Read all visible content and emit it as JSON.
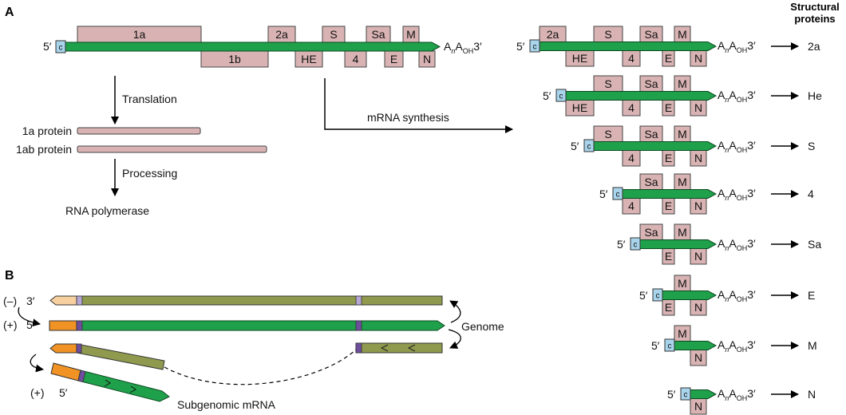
{
  "panel_a": {
    "label": "A",
    "five_prime": "5′",
    "cap": "c",
    "tail": {
      "a": "A",
      "n": "n",
      "a2": "A",
      "oh": "OH",
      "three": "3′"
    },
    "genome_top_boxes": [
      "1a",
      "2a",
      "S",
      "Sa",
      "M"
    ],
    "genome_bottom_boxes": [
      "1b",
      "HE",
      "4",
      "E",
      "N"
    ],
    "translation": "Translation",
    "protein_1a": "1a protein",
    "protein_1ab": "1ab protein",
    "processing": "Processing",
    "rna_polymerase": "RNA polymerase",
    "mrna_synthesis": "mRNA synthesis",
    "structural_header": [
      "Structural",
      "proteins"
    ],
    "mrnas": [
      {
        "top": [
          "2a",
          "S",
          "Sa",
          "M"
        ],
        "bottom": [
          "HE",
          "4",
          "E",
          "N"
        ],
        "product": "2a"
      },
      {
        "top": [
          "S",
          "Sa",
          "M"
        ],
        "bottom": [
          "HE",
          "4",
          "E",
          "N"
        ],
        "product": "He"
      },
      {
        "top": [
          "S",
          "Sa",
          "M"
        ],
        "bottom": [
          "4",
          "E",
          "N"
        ],
        "product": "S"
      },
      {
        "top": [
          "Sa",
          "M"
        ],
        "bottom": [
          "4",
          "E",
          "N"
        ],
        "product": "4"
      },
      {
        "top": [
          "Sa",
          "M"
        ],
        "bottom": [
          "E",
          "N"
        ],
        "product": "Sa"
      },
      {
        "top": [
          "M"
        ],
        "bottom": [
          "E",
          "N"
        ],
        "product": "E"
      },
      {
        "top": [
          "M"
        ],
        "bottom": [
          "N"
        ],
        "product": "M"
      },
      {
        "top": [],
        "bottom": [
          "N"
        ],
        "product": "N"
      }
    ]
  },
  "panel_b": {
    "label": "B",
    "minus_strand": "(–)",
    "minus_end": "3′",
    "plus_strand": "(+)",
    "plus_end": "5′",
    "genome": "Genome",
    "sub_plus": "(+)",
    "sub_end": "5′",
    "subgenomic": "Subgenomic mRNA"
  },
  "colors": {
    "rna_green": "#1fa04a",
    "box_pink": "#d9b3b3",
    "cap_blue": "#a8d4ec",
    "olive": "#8f9a4e",
    "orange": "#f09224",
    "light_orange": "#f7d0a0",
    "purple": "#6f4e9e"
  }
}
